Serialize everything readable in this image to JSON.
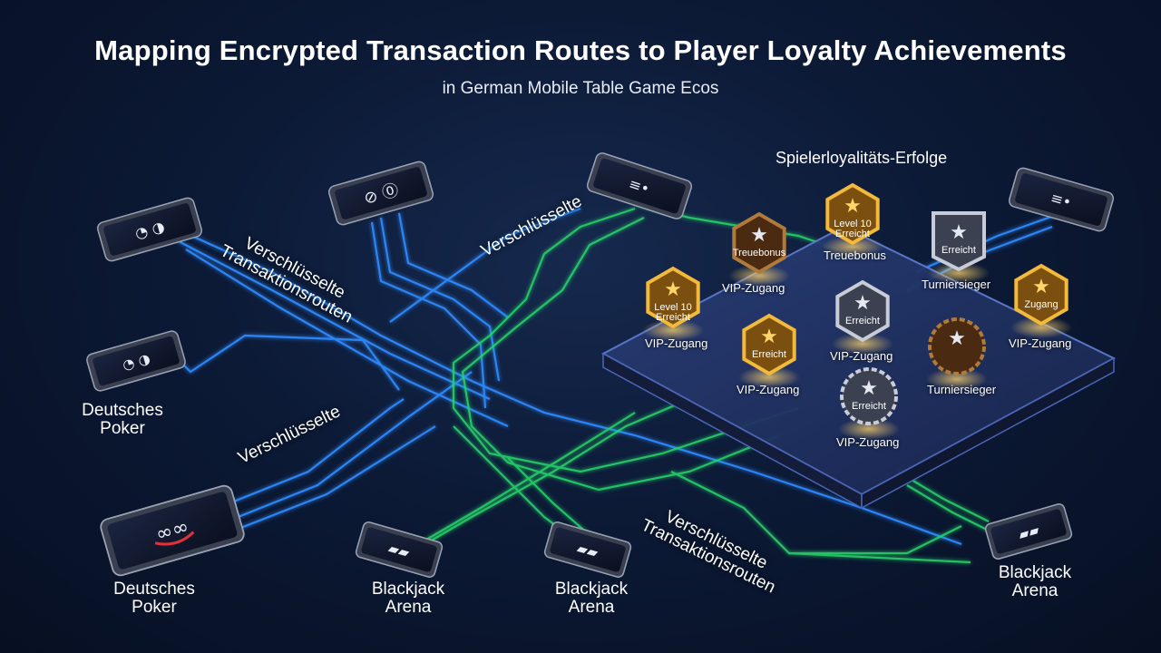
{
  "header": {
    "title": "Mapping Encrypted Transaction Routes to Player Loyalty Achievements",
    "subtitle": "in German Mobile Table Game Ecos"
  },
  "route_labels": [
    {
      "id": "r1",
      "text": "Verschlüsselte Transaktionsrouten"
    },
    {
      "id": "r2",
      "text": "Verschlüsselte"
    },
    {
      "id": "r3",
      "text": "Verschlüsselte"
    },
    {
      "id": "r4",
      "text": "Verschlüsselte Transaktionsrouten"
    }
  ],
  "device_labels": {
    "poker_left": "Deutsches Poker",
    "poker_bottom": "Deutsches Poker",
    "blackjack_1": "Blackjack Arena",
    "blackjack_2": "Blackjack Arena",
    "blackjack_3": "Blackjack Arena"
  },
  "achievements": {
    "title": "Spielerloyalitäts-Erfolge",
    "badges": [
      {
        "id": "b1",
        "badge_text": "Treuebonus",
        "label": "",
        "style": "bronze"
      },
      {
        "id": "b2",
        "badge_text": "Level 10 Erreicht",
        "label": "Treuebonus",
        "style": "gold"
      },
      {
        "id": "b3",
        "badge_text": "Erreicht",
        "label": "Turniersieger",
        "style": "silver"
      },
      {
        "id": "b4",
        "badge_text": "Level 10 Erreicht",
        "label": "VIP-Zugang",
        "style": "gold"
      },
      {
        "id": "b5",
        "badge_text": "",
        "label": "VIP-Zugang",
        "style": "none"
      },
      {
        "id": "b6",
        "badge_text": "Erreicht",
        "label": "VIP-Zugang",
        "style": "gold"
      },
      {
        "id": "b7",
        "badge_text": "Erreicht",
        "label": "VIP-Zugang",
        "style": "silver"
      },
      {
        "id": "b8",
        "badge_text": "Zugang",
        "label": "VIP-Zugang",
        "style": "gold"
      },
      {
        "id": "b9",
        "badge_text": "",
        "label": "Turniersieger",
        "style": "bronze"
      },
      {
        "id": "b10",
        "badge_text": "Erreicht",
        "label": "VIP-Zugang",
        "style": "silver"
      }
    ]
  },
  "colors": {
    "background": "#0c1a36",
    "route_blue": "#2f8bff",
    "route_green": "#27d46a",
    "gold": "#f2b93a",
    "silver": "#b9c0cc",
    "bronze": "#b07a3a"
  }
}
